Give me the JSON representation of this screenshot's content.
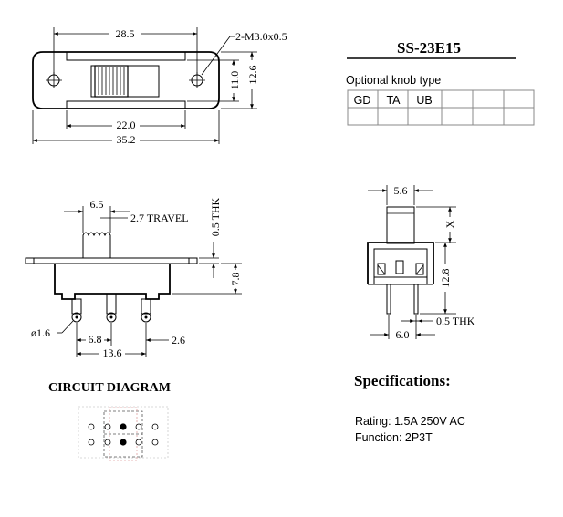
{
  "model": "SS-23E15",
  "knob": {
    "heading": "Optional knob type",
    "options": [
      "GD",
      "TA",
      "UB",
      "",
      "",
      "",
      ""
    ]
  },
  "top_view": {
    "width_holes": "28.5",
    "holes": "2-M3.0x0.5",
    "height_inner": "11.0",
    "height_outer": "12.6",
    "slot_width": "22.0",
    "total_width": "35.2"
  },
  "side_view": {
    "knob_width": "6.5",
    "travel": "2.7 TRAVEL",
    "thickness": "0.5 THK",
    "height": "7.8",
    "pin_dia": "ø1.6",
    "pin_pitch": "6.8",
    "pin_span": "13.6",
    "pin_offset": "2.6"
  },
  "end_view": {
    "knob_width": "5.6",
    "knob_height": "X",
    "body_height": "12.8",
    "thickness": "0.5 THK",
    "pin_span": "6.0"
  },
  "circuit": {
    "heading": "CIRCUIT DIAGRAM"
  },
  "specs": {
    "heading": "Specifications:",
    "rating": "Rating: 1.5A 250V AC",
    "function": "Function: 2P3T"
  }
}
